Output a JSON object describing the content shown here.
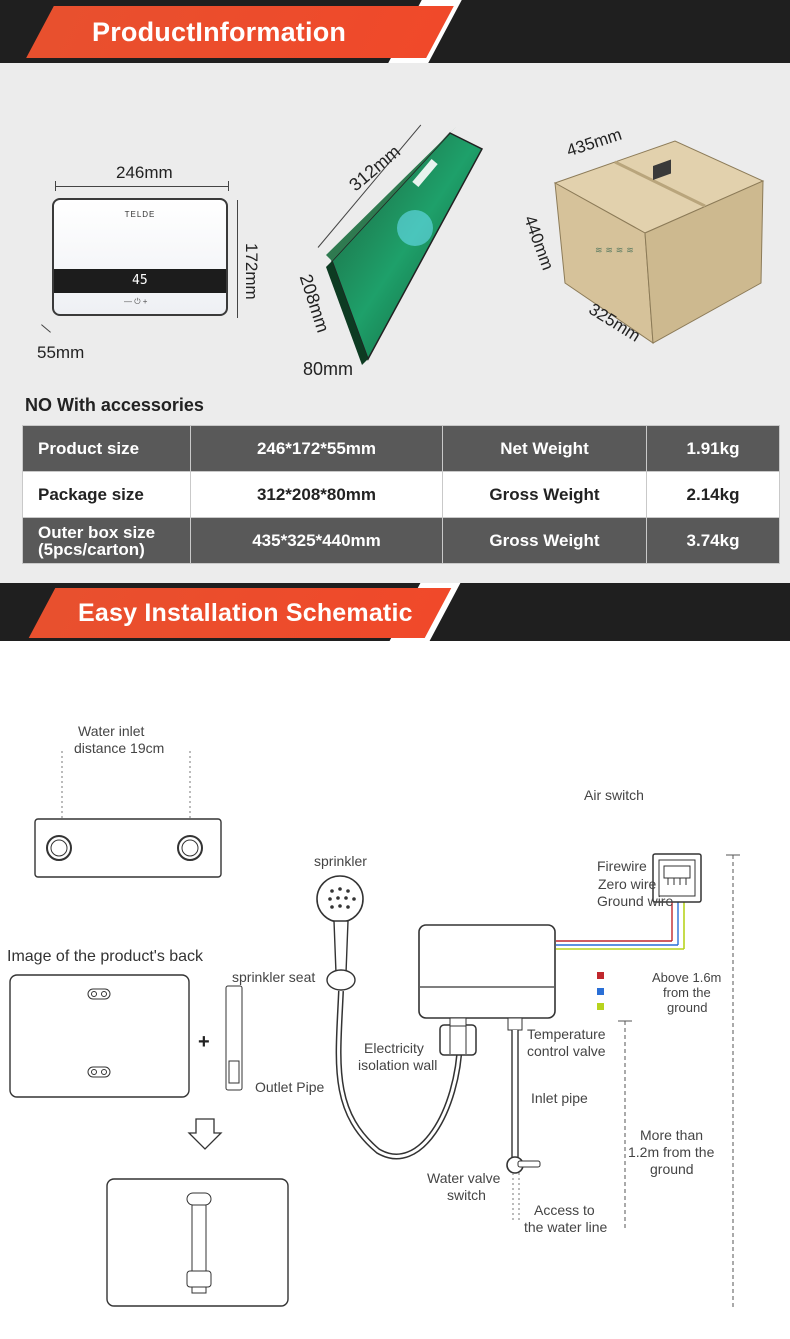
{
  "banners": {
    "product_info": "ProductInformation",
    "installation": "Easy Installation Schematic"
  },
  "product_device": {
    "brand": "TELDE",
    "display": "45",
    "width": "246mm",
    "height": "172mm",
    "depth": "55mm"
  },
  "package_box": {
    "length": "312mm",
    "width": "208mm",
    "depth": "80mm"
  },
  "outer_box": {
    "length": "435mm",
    "height": "440mm",
    "width": "325mm"
  },
  "accessories_note": "NO With accessories",
  "spec_table": {
    "rows": [
      {
        "label": "Product size",
        "size": "246*172*55mm",
        "weight_label": "Net Weight",
        "weight": "1.91kg"
      },
      {
        "label": "Package size",
        "size": "312*208*80mm",
        "weight_label": "Gross Weight",
        "weight": "2.14kg"
      },
      {
        "label": "Outer box size",
        "sublabel": "(5pcs/carton)",
        "size": "435*325*440mm",
        "weight_label": "Gross Weight",
        "weight": "3.74kg"
      }
    ]
  },
  "schematic": {
    "water_inlet": "Water inlet",
    "inlet_distance": "distance 19cm",
    "back_caption": "Image of the product's back",
    "sprinkler": "sprinkler",
    "sprinkler_seat": "sprinkler seat",
    "outlet_pipe": "Outlet Pipe",
    "electricity_1": "Electricity",
    "electricity_2": "isolation wall",
    "temp_1": "Temperature",
    "temp_2": "control valve",
    "inlet_pipe": "Inlet pipe",
    "water_valve_1": "Water valve",
    "water_valve_2": "switch",
    "access_1": "Access to",
    "access_2": "the water line",
    "air_switch": "Air switch",
    "firewire": "Firewire",
    "zero_wire": "Zero wire",
    "ground_wire": "Ground wire",
    "above_1": "Above 1.6m",
    "above_2": "from the",
    "above_3": "ground",
    "more_1": "More than",
    "more_2": "1.2m from the",
    "more_3": "ground",
    "plus": "+",
    "wire_colors": {
      "fire": "#c0272d",
      "zero": "#2a6fd6",
      "ground": "#b7d31e"
    }
  },
  "colors": {
    "accent": "#ee4e2b",
    "banner_bg": "#1f1f1f",
    "table_dark": "#595959"
  }
}
